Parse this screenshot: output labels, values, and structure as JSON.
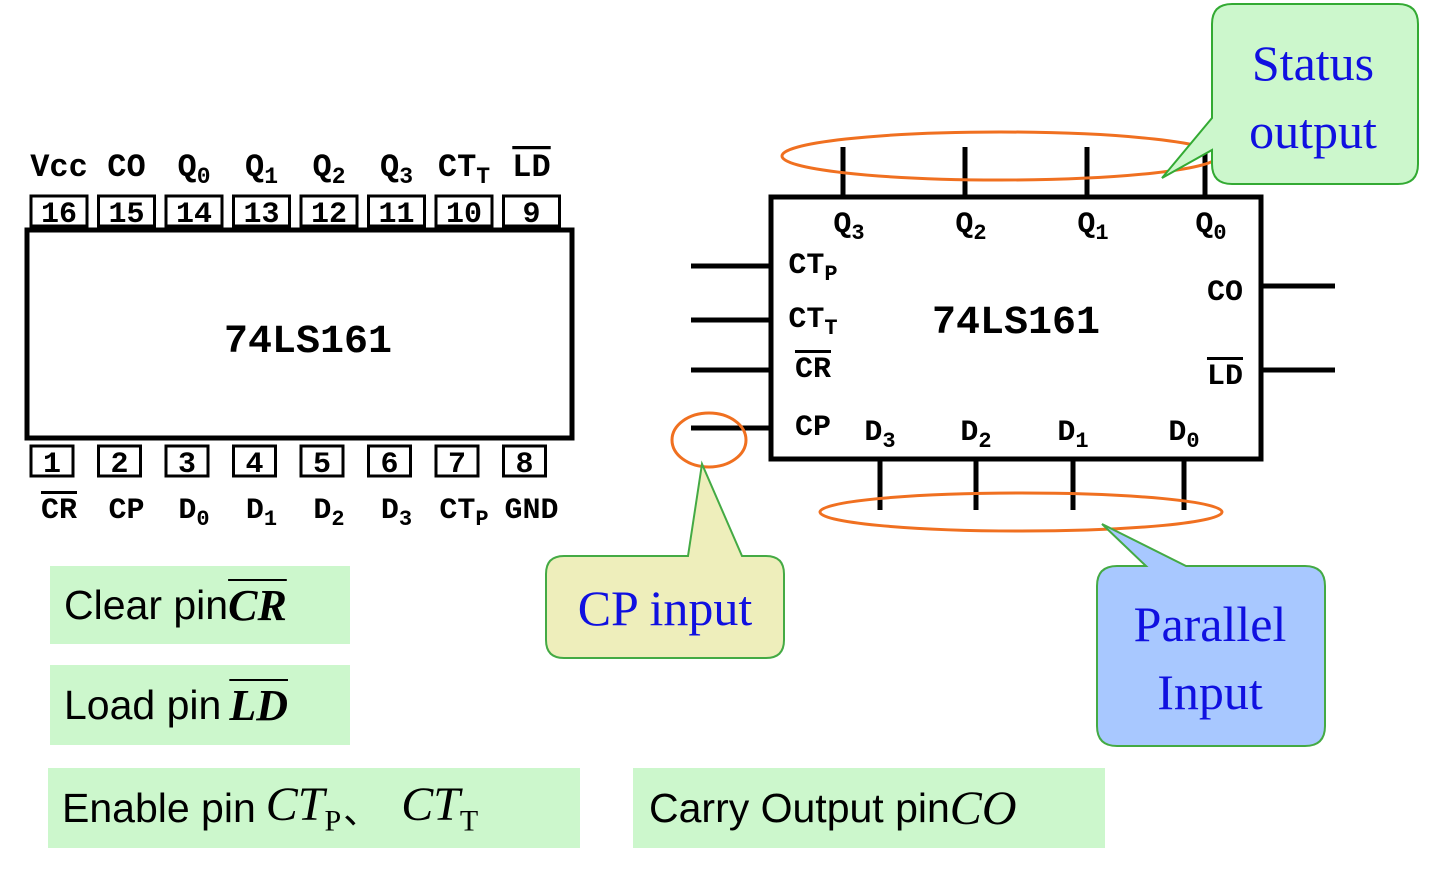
{
  "chip_name": "74LS161",
  "dip": {
    "top_pins": [
      {
        "num": "16",
        "name": "Vcc"
      },
      {
        "num": "15",
        "name": "CO"
      },
      {
        "num": "14",
        "name": "Q0"
      },
      {
        "num": "13",
        "name": "Q1"
      },
      {
        "num": "12",
        "name": "Q2"
      },
      {
        "num": "11",
        "name": "Q3"
      },
      {
        "num": "10",
        "name": "CTT"
      },
      {
        "num": "9",
        "name": "LD",
        "overbar": true
      }
    ],
    "bottom_pins": [
      {
        "num": "1",
        "name": "CR",
        "overbar": true
      },
      {
        "num": "2",
        "name": "CP"
      },
      {
        "num": "3",
        "name": "D0"
      },
      {
        "num": "4",
        "name": "D1"
      },
      {
        "num": "5",
        "name": "D2"
      },
      {
        "num": "6",
        "name": "D3"
      },
      {
        "num": "7",
        "name": "CTP"
      },
      {
        "num": "8",
        "name": "GND"
      }
    ]
  },
  "logic": {
    "top_labels": [
      "Q3",
      "Q2",
      "Q1",
      "Q0"
    ],
    "bottom_labels": [
      "D3",
      "D2",
      "D1",
      "D0"
    ],
    "left_labels": [
      "CTP",
      "CTT",
      "CR",
      "CP"
    ],
    "right_labels": [
      "CO",
      "LD"
    ]
  },
  "callouts": {
    "status": [
      "Status",
      "output"
    ],
    "cp": "CP input",
    "parallel": [
      "Parallel",
      "Input"
    ]
  },
  "legend": {
    "clear": {
      "text": "Clear pin",
      "symbol": "CR"
    },
    "load": {
      "text": "Load pin",
      "symbol": "LD"
    },
    "enable": {
      "text": "Enable pin",
      "symbol1": "CT",
      "sub1": "P",
      "sep": "、",
      "symbol2": "CT",
      "sub2": "T"
    },
    "carry": {
      "text": "Carry Output pin",
      "symbol": "CO"
    }
  },
  "colors": {
    "ellipse": "#f07020",
    "status_fill": "#ccf7cc",
    "status_stroke": "#33aa33",
    "cp_fill": "#eeeebb",
    "cp_stroke": "#44aa44",
    "parallel_fill": "#a8c8ff",
    "parallel_stroke": "#44aa44",
    "callout_text": "#1010e0",
    "legend_fill": "#ccf7cc"
  }
}
